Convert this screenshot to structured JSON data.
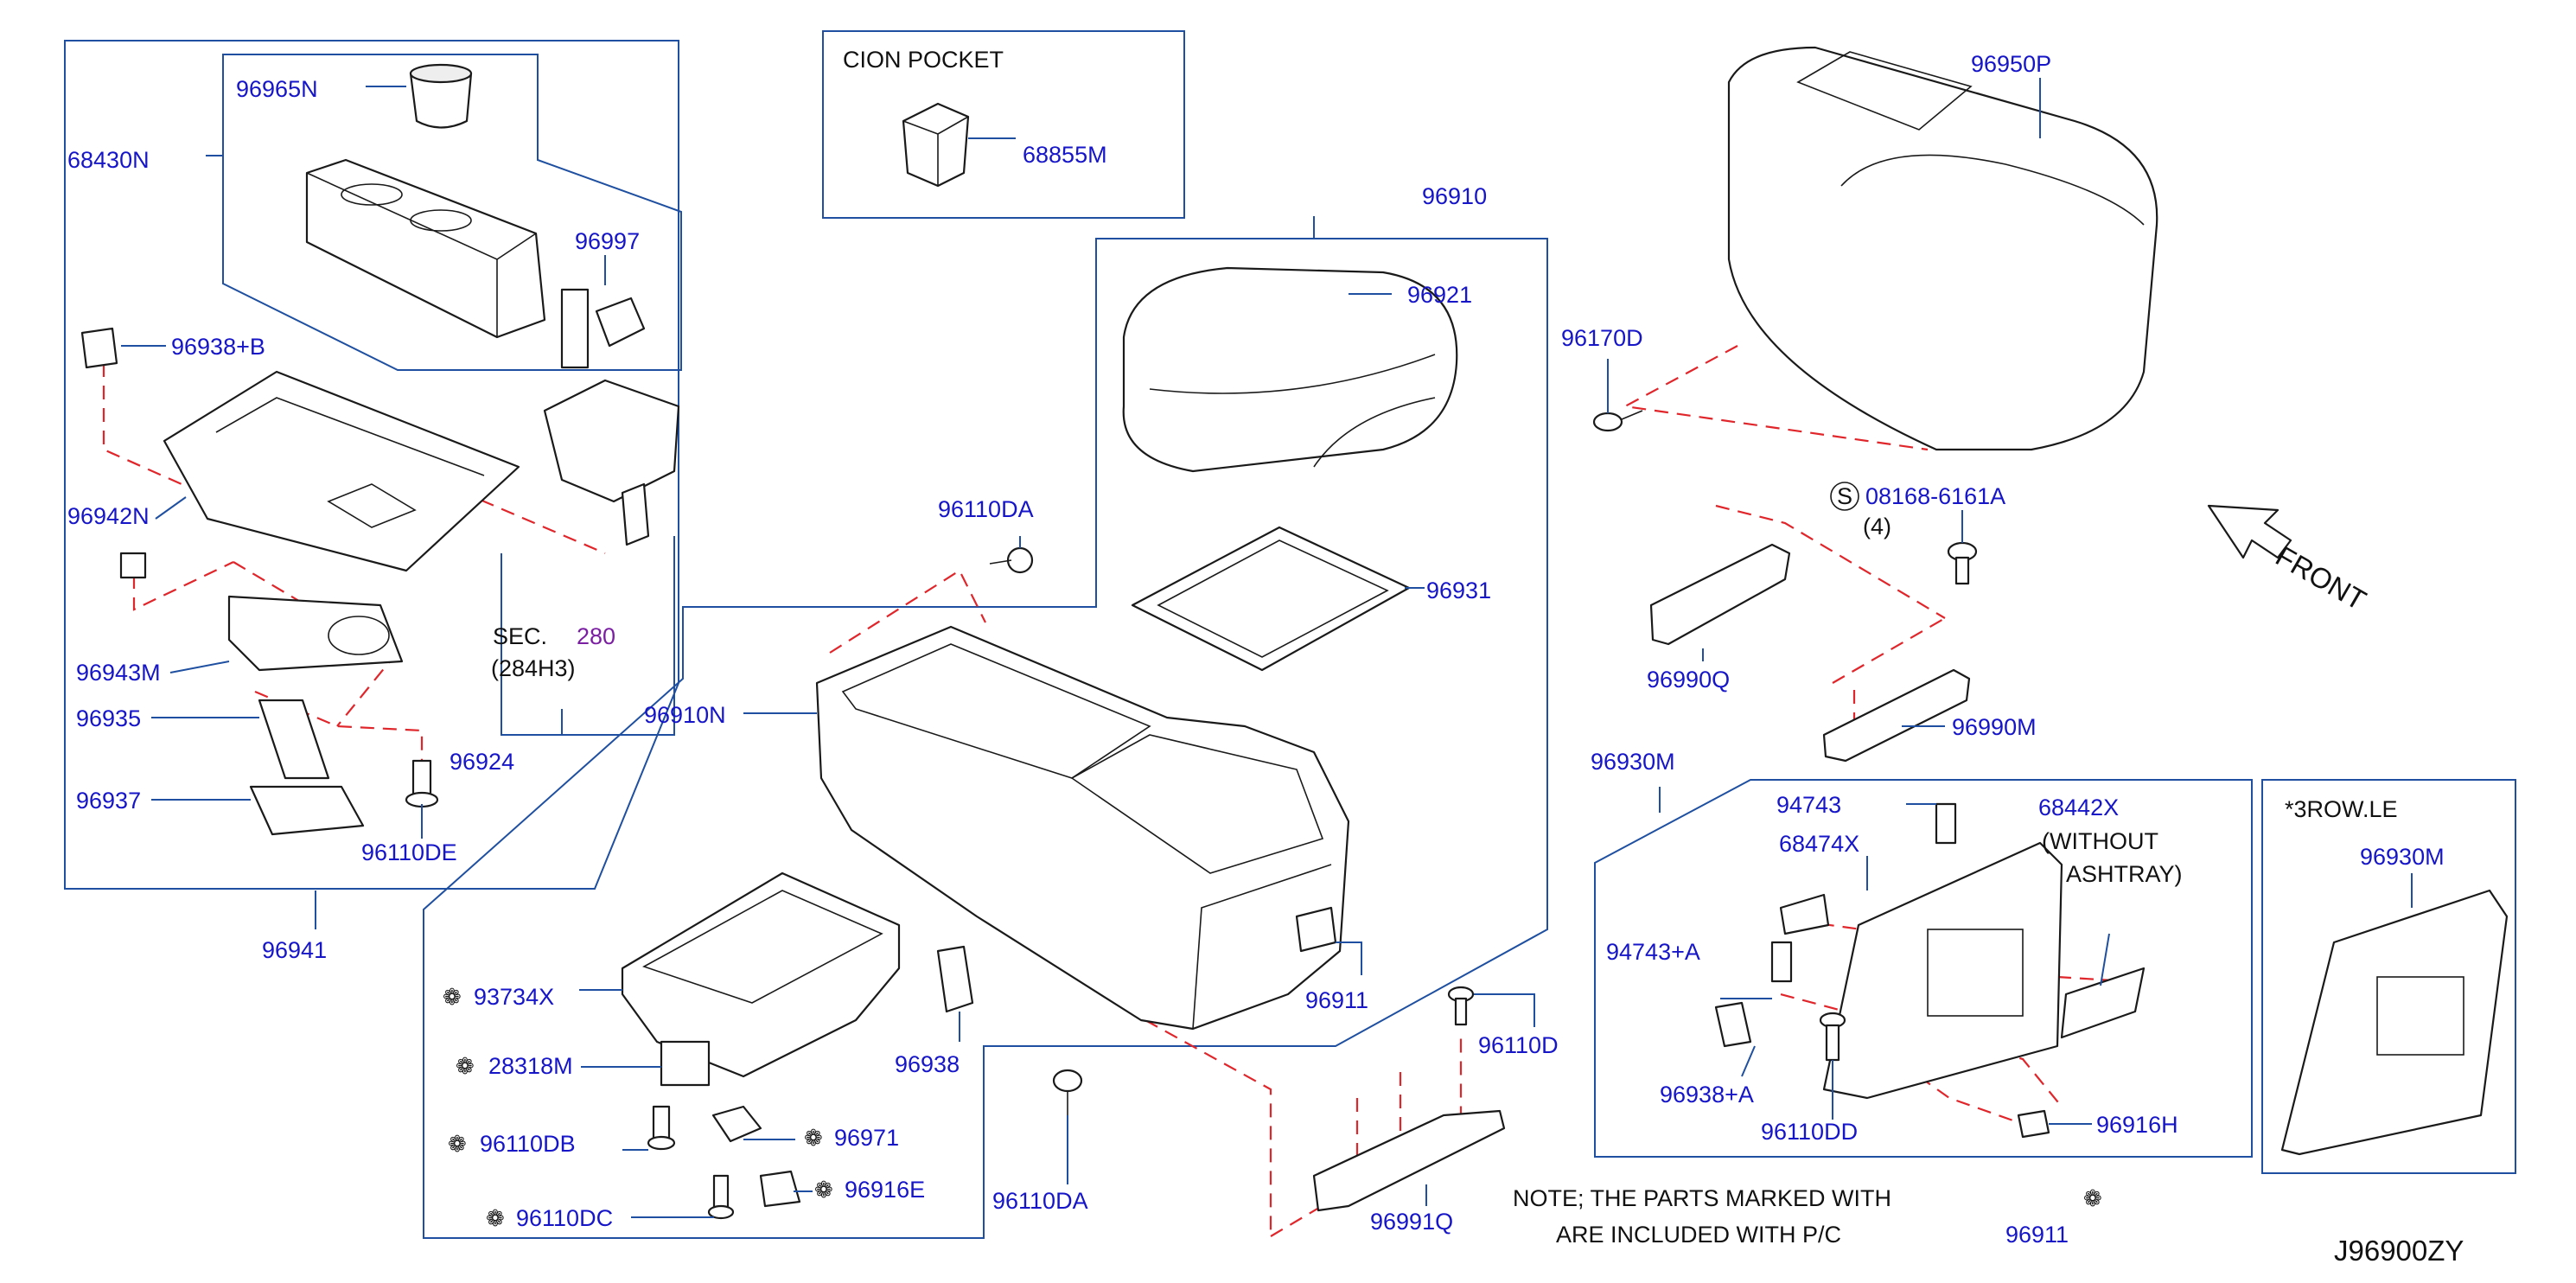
{
  "labels": {
    "p68430N": "68430N",
    "p96965N": "96965N",
    "p96997": "96997",
    "p96938B": "96938+B",
    "p96942N": "96942N",
    "p96943M": "96943M",
    "p96935": "96935",
    "p96937": "96937",
    "p96110DE": "96110DE",
    "p96924": "96924",
    "p96941": "96941",
    "sec": "SEC.",
    "sec_num": "280",
    "sec_sub": "(284H3)",
    "cion_pocket": "CION   POCKET",
    "p68855M": "68855M",
    "p96910": "96910",
    "p96921": "96921",
    "p96110DA_1": "96110DA",
    "p96931": "96931",
    "p96910N": "96910N",
    "p96911": "96911",
    "p96110D": "96110D",
    "p96991Q": "96991Q",
    "p96110DA_2": "96110DA",
    "p93734X": "93734X",
    "p28318M": "28318M",
    "p96938": "96938",
    "p96110DB": "96110DB",
    "p96971": "96971",
    "p96916E": "96916E",
    "p96110DC": "96110DC",
    "p96950P": "96950P",
    "p96170D": "96170D",
    "s_mark": "S",
    "p08168": "08168-6161A",
    "qty4": "(4)",
    "front": "FRONT",
    "p96990Q": "96990Q",
    "p96990M": "96990M",
    "p96930M": "96930M",
    "p94743": "94743",
    "p68474X": "68474X",
    "p68442X": "68442X",
    "without": "(WITHOUT",
    "ashtray": "ASHTRAY)",
    "p94743A": "94743+A",
    "p96938A": "96938+A",
    "p96110DD": "96110DD",
    "p96916H": "96916H",
    "row3": "*3ROW.LE",
    "p96930M_2": "96930M",
    "note1": "NOTE;   THE   PARTS   MARKED   WITH",
    "note2": "ARE   INCLUDED   WITH   P/C",
    "note_pc": "96911",
    "diagram_id": "J96900ZY"
  },
  "symbols": {
    "flower": "❁"
  },
  "colors": {
    "label_blue": "#1616c8",
    "box_blue": "#1e4fa0",
    "dash_red": "#e0262b",
    "section_purple": "#7b1fa2"
  }
}
